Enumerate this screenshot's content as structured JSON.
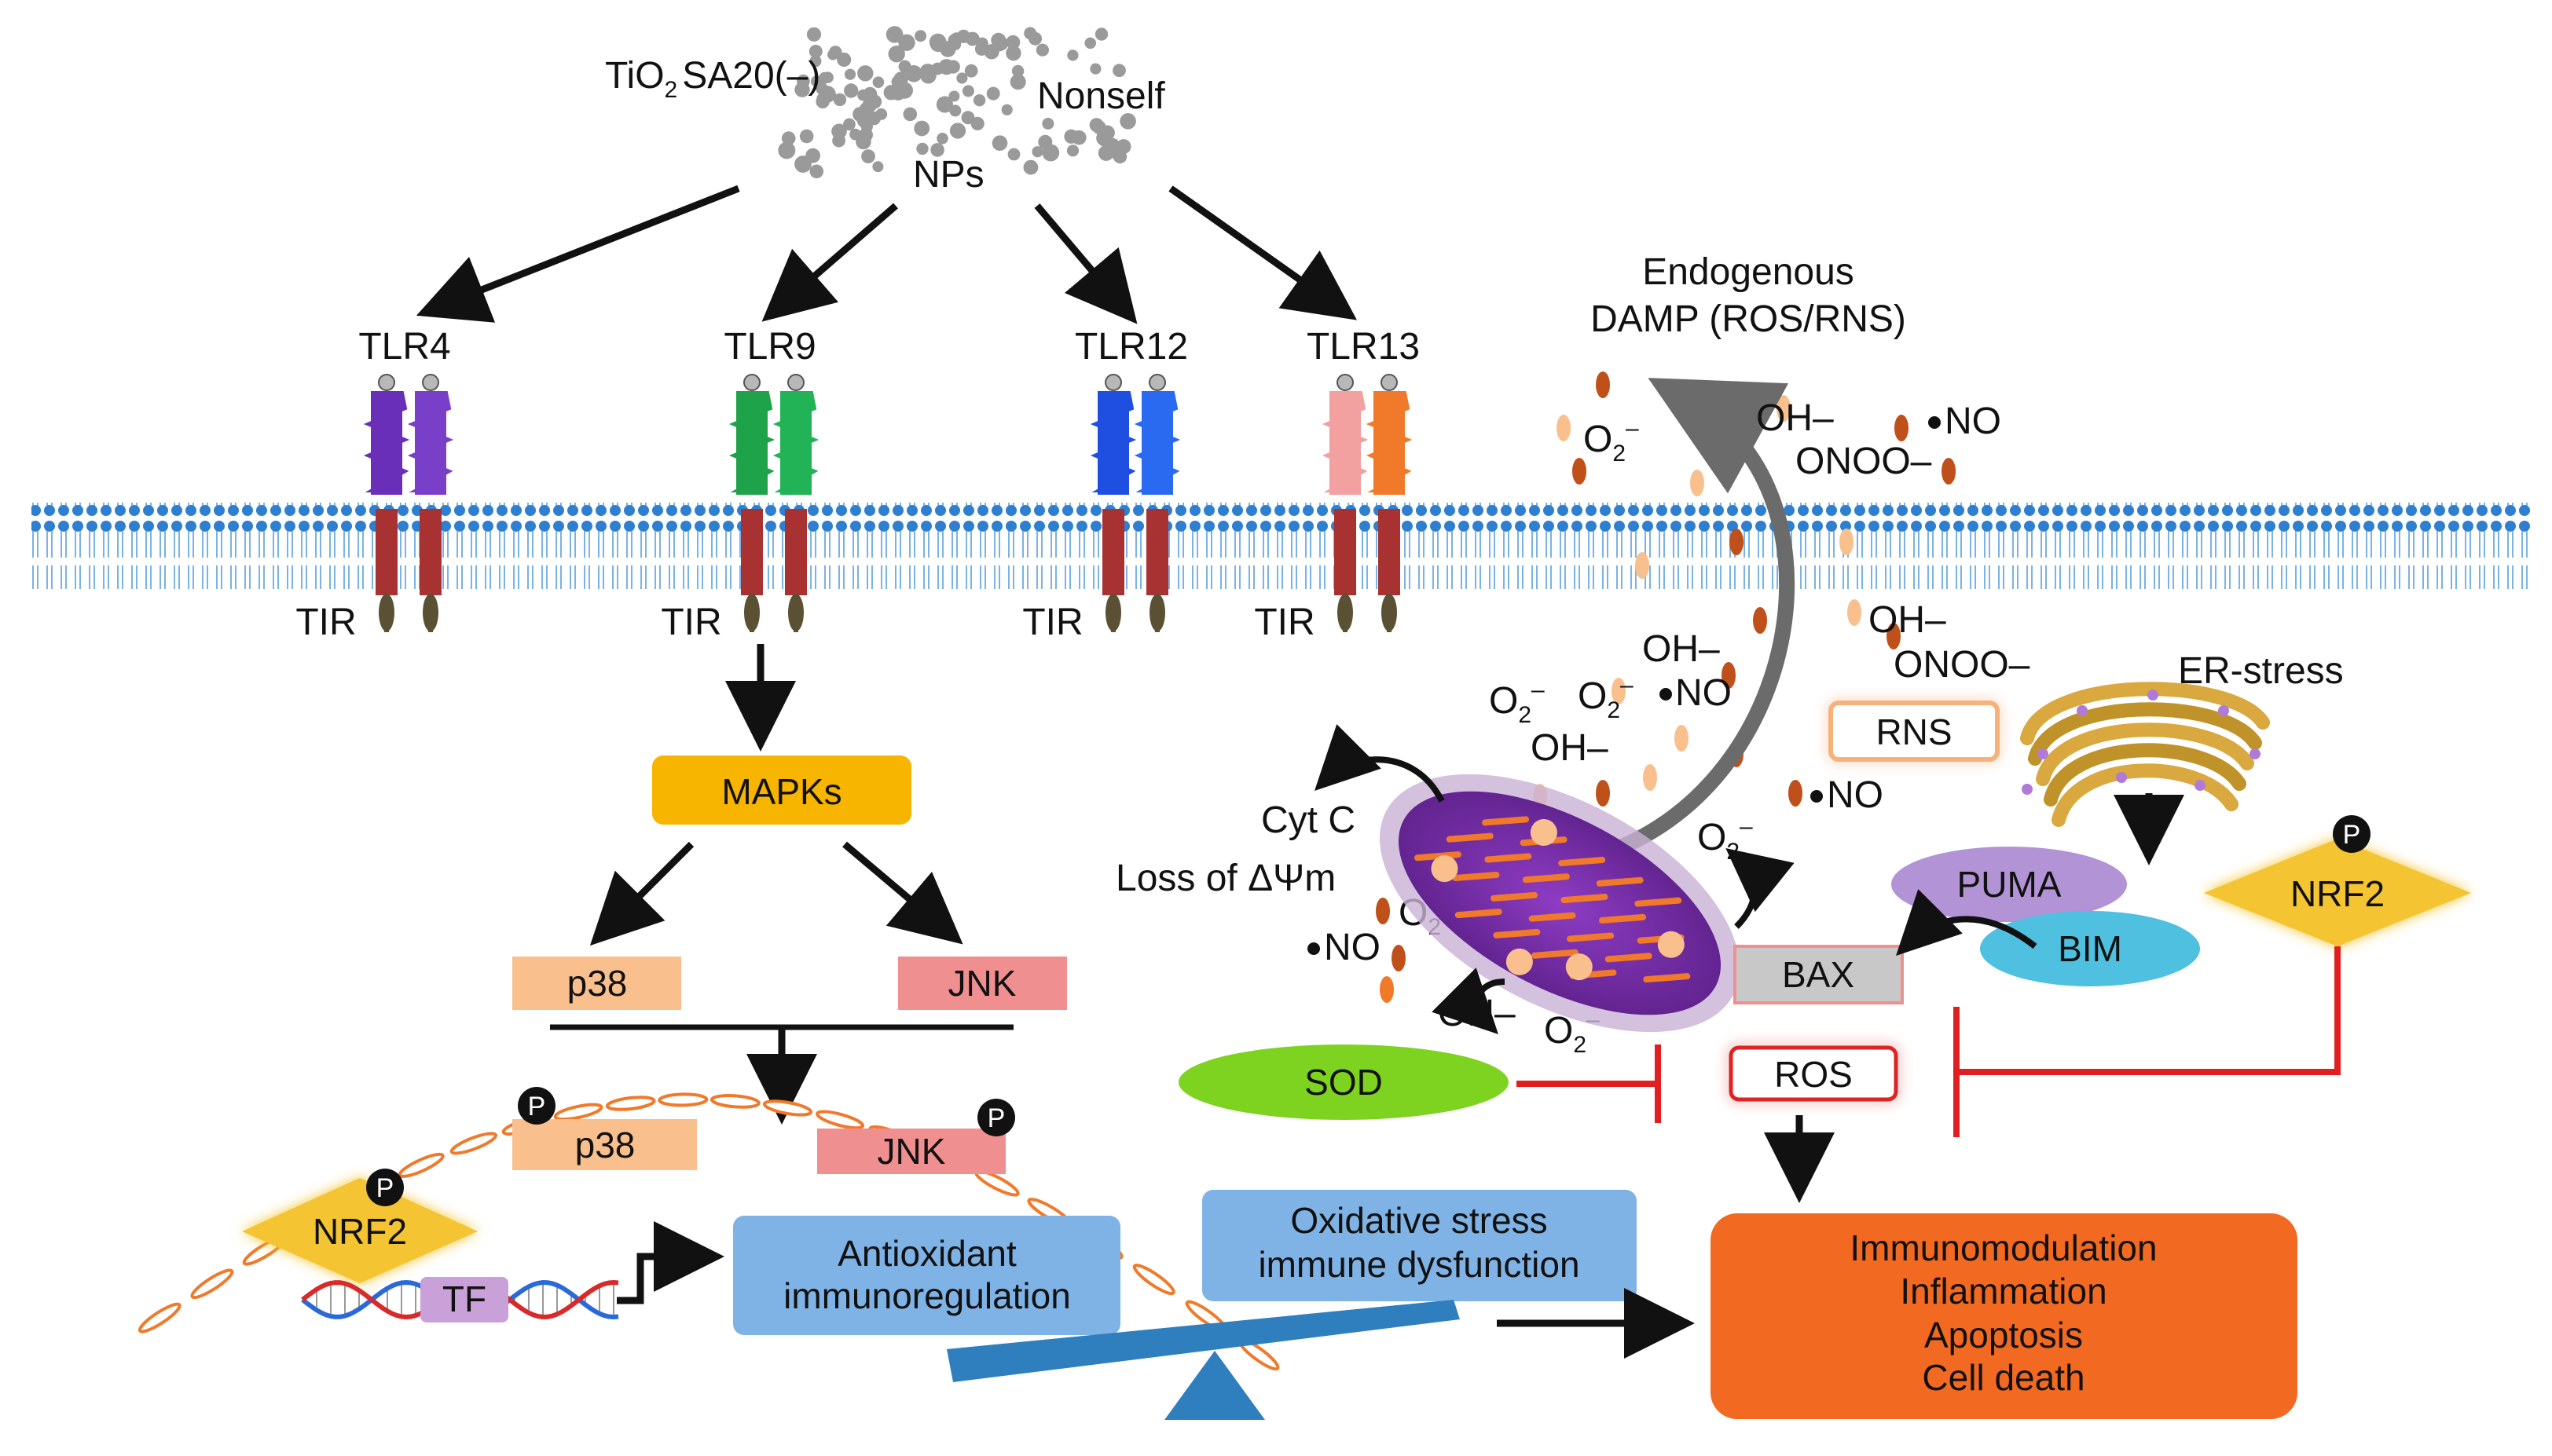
{
  "nps": {
    "tio2_main": "TiO",
    "tio2_sub": "2",
    "sa20": "SA20(–)",
    "nonself": "Nonself",
    "label": "NPs"
  },
  "tlrs": [
    {
      "name": "TLR4",
      "tir": "TIR",
      "color_a": "#6a2fb8",
      "color_b": "#7a3fc8"
    },
    {
      "name": "TLR9",
      "tir": "TIR",
      "color_a": "#1ea34a",
      "color_b": "#22b356"
    },
    {
      "name": "TLR12",
      "tir": "TIR",
      "color_a": "#1e4fe0",
      "color_b": "#2a6af0"
    },
    {
      "name": "TLR13",
      "tir": "TIR",
      "color_a": "#f2a0a0",
      "color_b": "#f07a2a"
    }
  ],
  "damp": {
    "line1": "Endogenous",
    "line2": "DAMP (ROS/RNS)"
  },
  "species": {
    "o2_main": "O",
    "o2_sub": "2",
    "o2_sup": "–",
    "oh": "OH–",
    "no": "NO",
    "onoo": "ONOO–"
  },
  "boxes": {
    "mapks": "MAPKs",
    "p38": "p38",
    "jnk": "JNK",
    "rns": "RNS",
    "ros": "ROS",
    "sod": "SOD",
    "puma": "PUMA",
    "bim": "BIM",
    "bax": "BAX",
    "nrf2": "NRF2",
    "tf": "TF",
    "phospho": "P"
  },
  "mito": {
    "cytc": "Cyt C",
    "loss": "Loss of ΔΨm"
  },
  "er_stress": "ER-stress",
  "balance": {
    "left_line1": "Antioxidant",
    "left_line2": "immunoregulation",
    "right_line1": "Oxidative stress",
    "right_line2": "immune dysfunction"
  },
  "outcome": [
    "Immunomodulation",
    "Inflammation",
    "Apoptosis",
    "Cell death"
  ],
  "colors": {
    "mapks": "#f7b500",
    "p38": "#f9c08e",
    "jnk": "#ef8f8f",
    "nrf2": "#f4c430",
    "outcome": "#f26a21",
    "balance_box": "#7fb3e6",
    "sod": "#7ed321",
    "inhibit": "#e02020",
    "mito": "#7b2fa8"
  }
}
